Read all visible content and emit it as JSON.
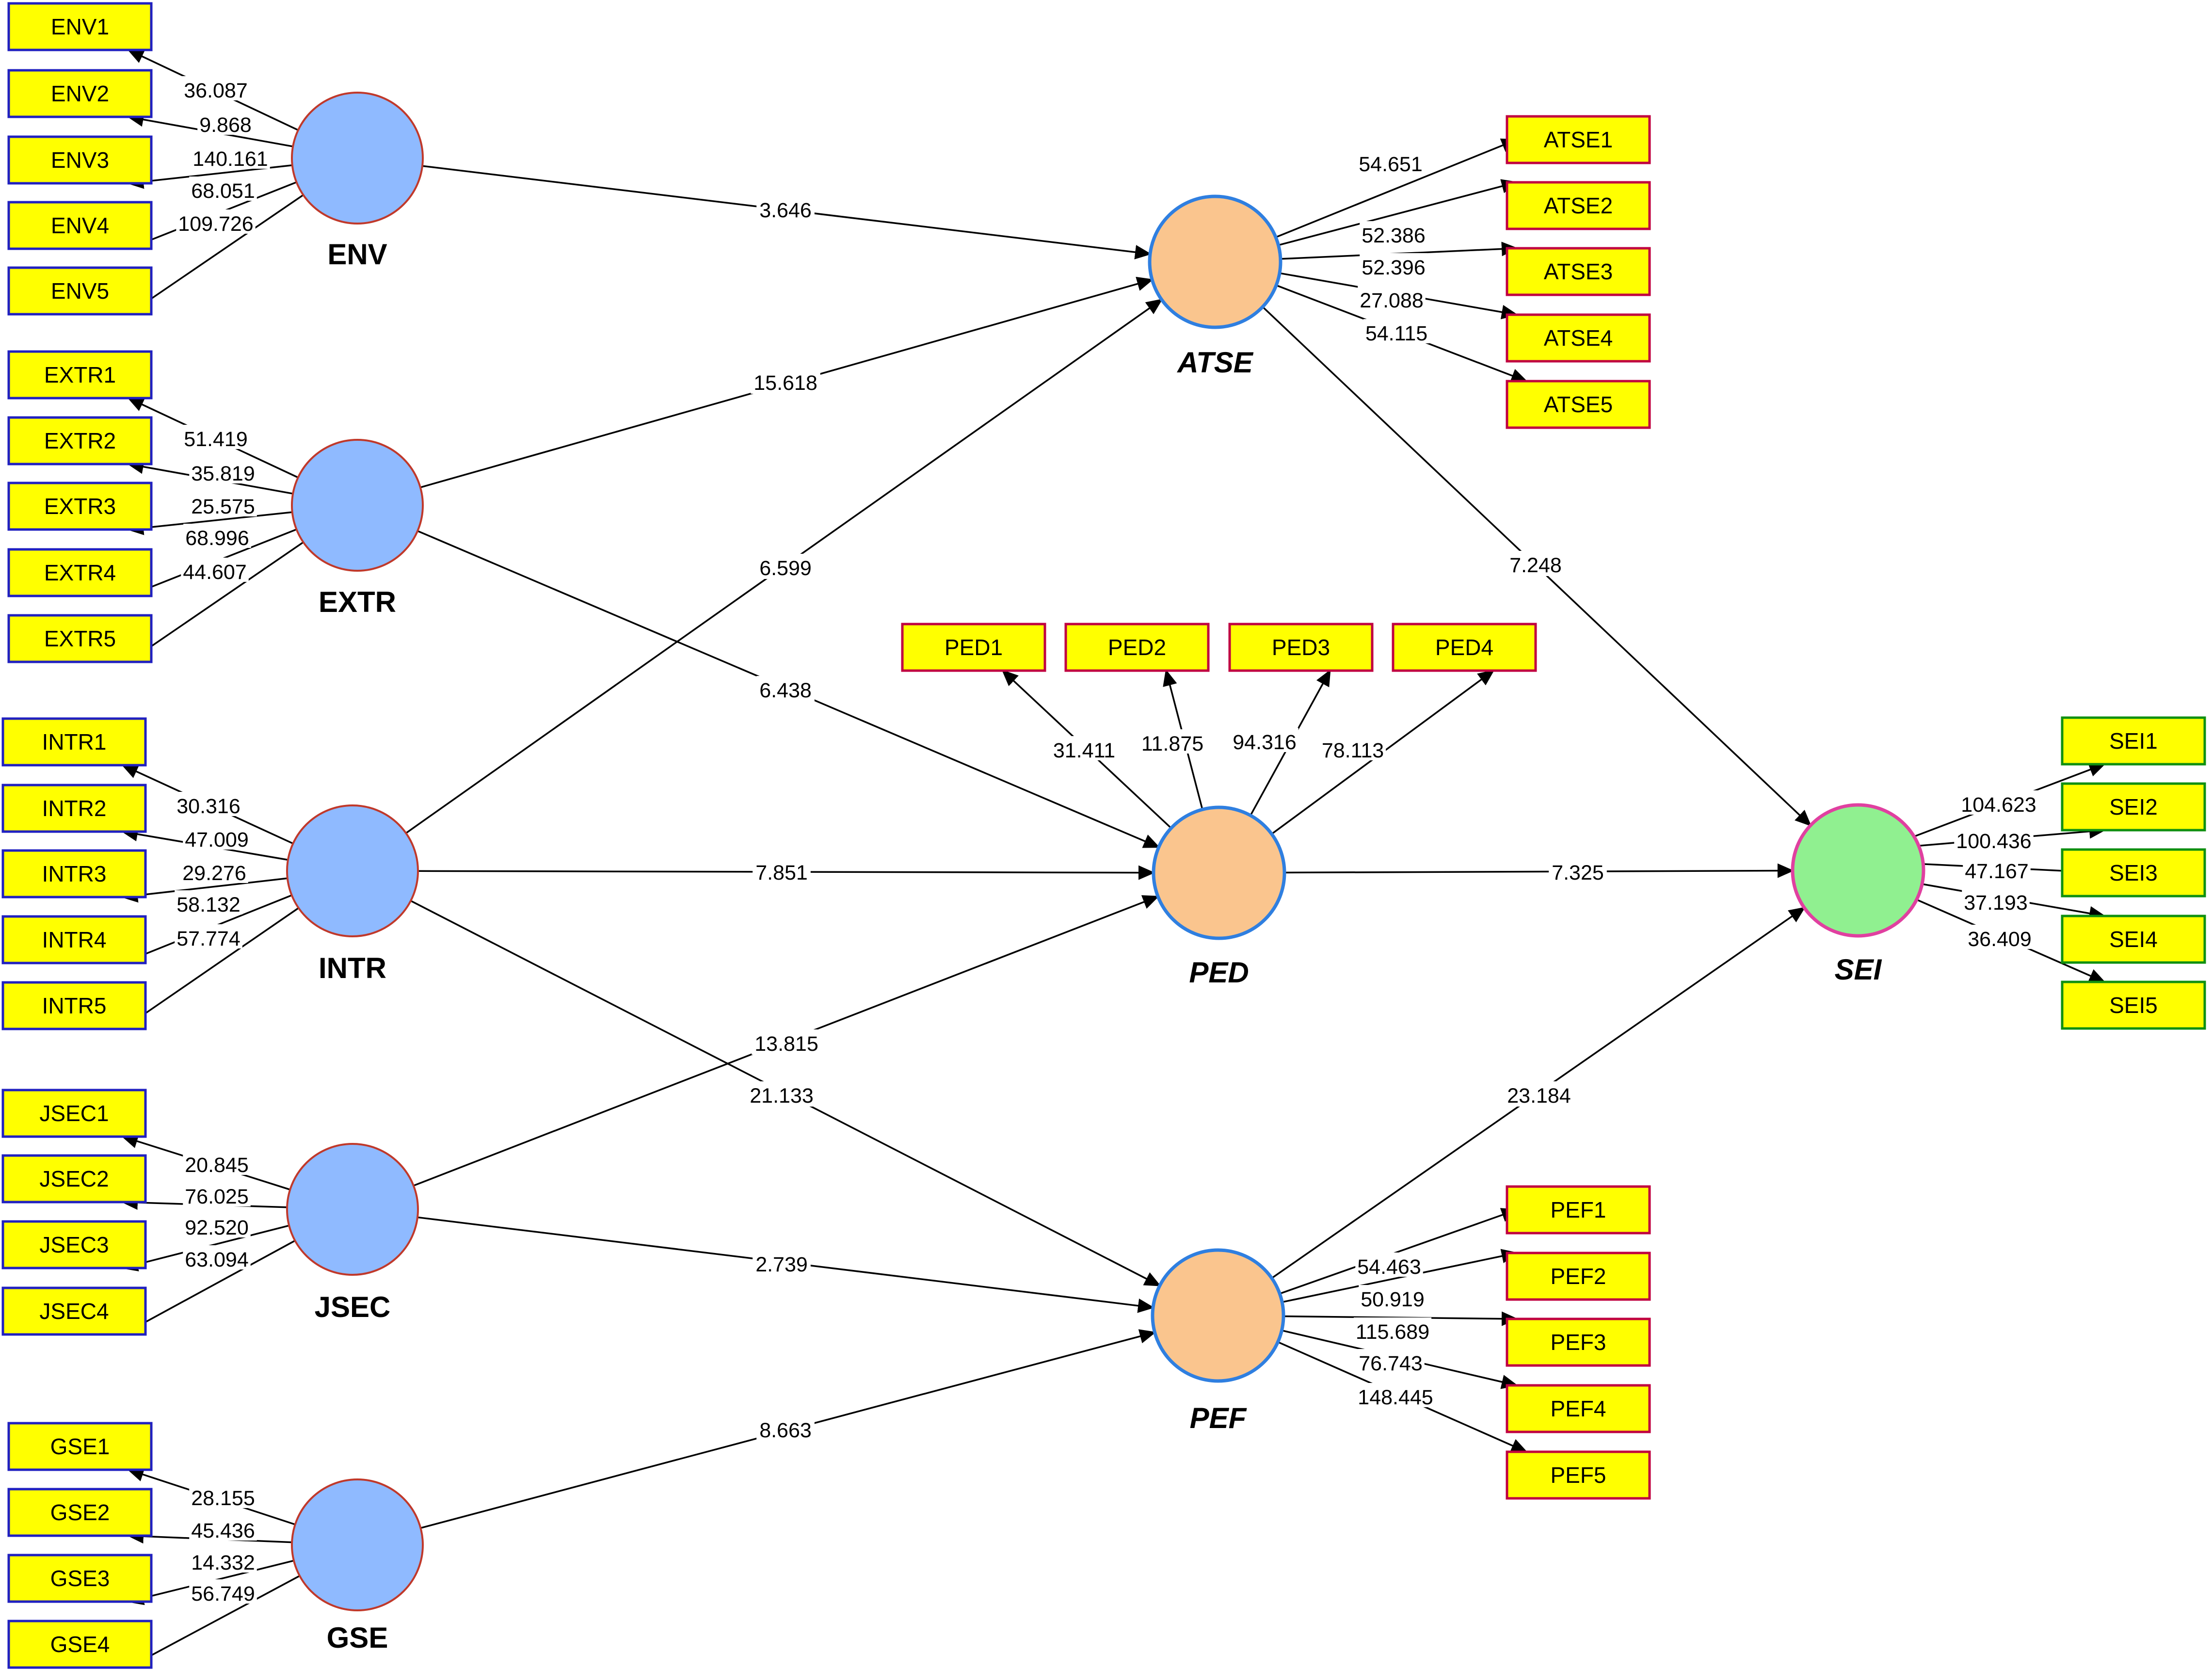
{
  "colors": {
    "exogenous_fill": "#8FBAFF",
    "exogenous_stroke": "#C0392B",
    "mediator_fill": "#FAC58E",
    "mediator_stroke": "#2F7FE0",
    "outcome_fill": "#90F090",
    "outcome_stroke": "#E040A0",
    "indicator_fill": "#FFFF00",
    "indicator_stroke_blue": "#2020C0",
    "indicator_stroke_red": "#C00040",
    "indicator_stroke_green": "#109010",
    "line": "#000000"
  },
  "latents": [
    {
      "id": "ENV",
      "label": "ENV",
      "italic": false,
      "kind": "exogenous"
    },
    {
      "id": "EXTR",
      "label": "EXTR",
      "italic": false,
      "kind": "exogenous"
    },
    {
      "id": "INTR",
      "label": "INTR",
      "italic": false,
      "kind": "exogenous"
    },
    {
      "id": "JSEC",
      "label": "JSEC",
      "italic": false,
      "kind": "exogenous"
    },
    {
      "id": "GSE",
      "label": "GSE",
      "italic": false,
      "kind": "exogenous"
    },
    {
      "id": "ATSE",
      "label": "ATSE",
      "italic": true,
      "kind": "mediator"
    },
    {
      "id": "PED",
      "label": "PED",
      "italic": true,
      "kind": "mediator"
    },
    {
      "id": "PEF",
      "label": "PEF",
      "italic": true,
      "kind": "mediator"
    },
    {
      "id": "SEI",
      "label": "SEI",
      "italic": true,
      "kind": "outcome"
    }
  ],
  "measurement": [
    {
      "latent": "ENV",
      "indicators": [
        {
          "name": "ENV1",
          "value": "36.087"
        },
        {
          "name": "ENV2",
          "value": "9.868"
        },
        {
          "name": "ENV3",
          "value": "140.161"
        },
        {
          "name": "ENV4",
          "value": "68.051"
        },
        {
          "name": "ENV5",
          "value": "109.726"
        }
      ]
    },
    {
      "latent": "EXTR",
      "indicators": [
        {
          "name": "EXTR1",
          "value": "51.419"
        },
        {
          "name": "EXTR2",
          "value": "35.819"
        },
        {
          "name": "EXTR3",
          "value": "25.575"
        },
        {
          "name": "EXTR4",
          "value": "68.996"
        },
        {
          "name": "EXTR5",
          "value": "44.607"
        }
      ]
    },
    {
      "latent": "INTR",
      "indicators": [
        {
          "name": "INTR1",
          "value": "30.316"
        },
        {
          "name": "INTR2",
          "value": "47.009"
        },
        {
          "name": "INTR3",
          "value": "29.276"
        },
        {
          "name": "INTR4",
          "value": "58.132"
        },
        {
          "name": "INTR5",
          "value": "57.774"
        }
      ]
    },
    {
      "latent": "JSEC",
      "indicators": [
        {
          "name": "JSEC1",
          "value": "20.845"
        },
        {
          "name": "JSEC2",
          "value": "76.025"
        },
        {
          "name": "JSEC3",
          "value": "92.520"
        },
        {
          "name": "JSEC4",
          "value": "63.094"
        }
      ]
    },
    {
      "latent": "GSE",
      "indicators": [
        {
          "name": "GSE1",
          "value": "28.155"
        },
        {
          "name": "GSE2",
          "value": "45.436"
        },
        {
          "name": "GSE3",
          "value": "14.332"
        },
        {
          "name": "GSE4",
          "value": "56.749"
        }
      ]
    },
    {
      "latent": "ATSE",
      "indicators": [
        {
          "name": "ATSE1",
          "value": "54.651"
        },
        {
          "name": "ATSE2",
          "value": "52.386"
        },
        {
          "name": "ATSE3",
          "value": "52.396"
        },
        {
          "name": "ATSE4",
          "value": "27.088"
        },
        {
          "name": "ATSE5",
          "value": "54.115"
        }
      ]
    },
    {
      "latent": "PED",
      "indicators": [
        {
          "name": "PED1",
          "value": "31.411"
        },
        {
          "name": "PED2",
          "value": "11.875"
        },
        {
          "name": "PED3",
          "value": "94.316"
        },
        {
          "name": "PED4",
          "value": "78.113"
        }
      ]
    },
    {
      "latent": "PEF",
      "indicators": [
        {
          "name": "PEF1",
          "value": "54.463"
        },
        {
          "name": "PEF2",
          "value": "50.919"
        },
        {
          "name": "PEF3",
          "value": "115.689"
        },
        {
          "name": "PEF4",
          "value": "76.743"
        },
        {
          "name": "PEF5",
          "value": "148.445"
        }
      ]
    },
    {
      "latent": "SEI",
      "indicators": [
        {
          "name": "SEI1",
          "value": "104.623"
        },
        {
          "name": "SEI2",
          "value": "100.436"
        },
        {
          "name": "SEI3",
          "value": "47.167"
        },
        {
          "name": "SEI4",
          "value": "37.193"
        },
        {
          "name": "SEI5",
          "value": "36.409"
        }
      ]
    }
  ],
  "paths": [
    {
      "from": "ENV",
      "to": "ATSE",
      "value": "3.646"
    },
    {
      "from": "EXTR",
      "to": "ATSE",
      "value": "15.618"
    },
    {
      "from": "INTR",
      "to": "ATSE",
      "value": "6.599"
    },
    {
      "from": "EXTR",
      "to": "PED",
      "value": "6.438"
    },
    {
      "from": "INTR",
      "to": "PED",
      "value": "7.851"
    },
    {
      "from": "JSEC",
      "to": "PED",
      "value": "13.815"
    },
    {
      "from": "INTR",
      "to": "PEF",
      "value": "21.133"
    },
    {
      "from": "JSEC",
      "to": "PEF",
      "value": "2.739"
    },
    {
      "from": "GSE",
      "to": "PEF",
      "value": "8.663"
    },
    {
      "from": "ATSE",
      "to": "SEI",
      "value": "7.248"
    },
    {
      "from": "PED",
      "to": "SEI",
      "value": "7.325"
    },
    {
      "from": "PEF",
      "to": "SEI",
      "value": "23.184"
    }
  ]
}
